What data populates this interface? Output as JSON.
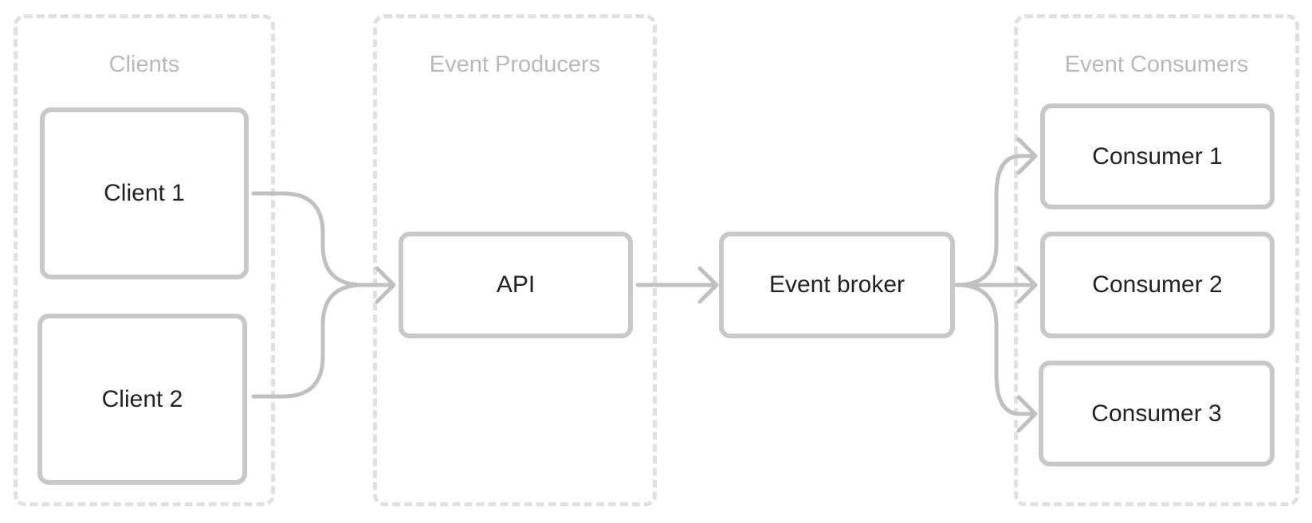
{
  "groups": {
    "clients": "Clients",
    "producers": "Event Producers",
    "consumers": "Event Consumers"
  },
  "nodes": {
    "client_1": "Client 1",
    "client_2": "Client 2",
    "api": "API",
    "event_broker": "Event broker",
    "consumer_1": "Consumer 1",
    "consumer_2": "Consumer 2",
    "consumer_3": "Consumer 3"
  },
  "edges": [
    {
      "from": "Client 1",
      "to": "API"
    },
    {
      "from": "Client 2",
      "to": "API"
    },
    {
      "from": "API",
      "to": "Event broker"
    },
    {
      "from": "Event broker",
      "to": "Consumer 1"
    },
    {
      "from": "Event broker",
      "to": "Consumer 2"
    },
    {
      "from": "Event broker",
      "to": "Consumer 3"
    }
  ],
  "colors": {
    "group_border": "#e0e0e0",
    "group_label": "#b9b9b9",
    "node_border": "#c8c8c8",
    "connector": "#c0c0c0",
    "node_text": "#222222"
  }
}
